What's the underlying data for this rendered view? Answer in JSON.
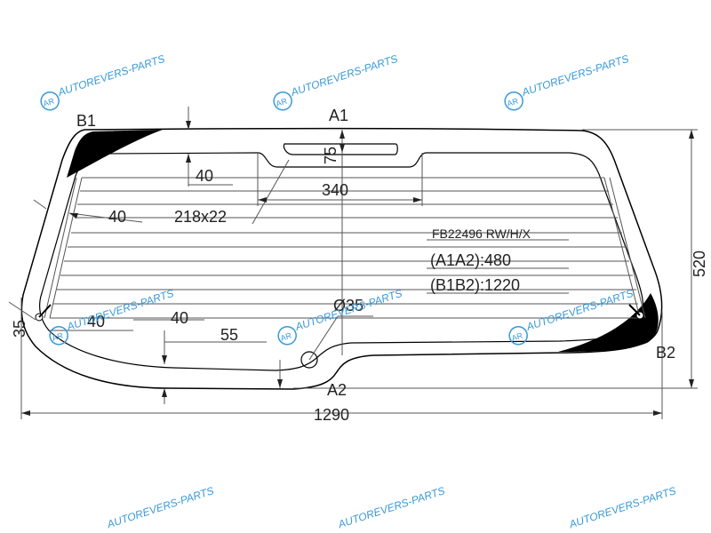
{
  "part_code": "FB22496 RW/H/X",
  "points": {
    "a1": "A1",
    "a2": "A2",
    "b1": "B1",
    "b2": "B2"
  },
  "dimensions": {
    "top_height": "75",
    "offset_40_top": "40",
    "width_340": "340",
    "offset_40_left": "40",
    "element_size": "218x22",
    "a1a2": "(A1A2):480",
    "b1b2": "(B1B2):1220",
    "hole": "Ø35",
    "bottom_40_left": "40",
    "bottom_40_right": "40",
    "bottom_55": "55",
    "side_35": "35",
    "height_520": "520",
    "width_1290": "1290"
  },
  "watermark": {
    "text": "AUTOREVERS-PARTS",
    "logo": "AR",
    "color": "#3a9ad9"
  }
}
